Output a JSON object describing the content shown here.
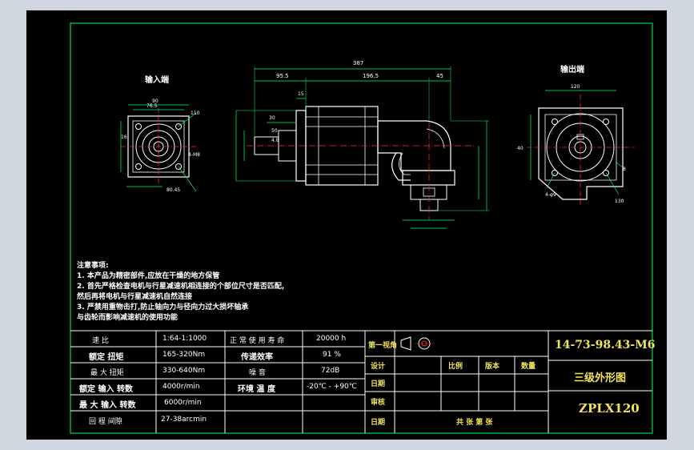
{
  "colors": {
    "background": "#000000",
    "border": "#00ff66",
    "outline": "#ffffff",
    "centerline": "#ff2a2a",
    "dimension": "#00ff66",
    "label": "#f3e35a"
  },
  "views": {
    "input_end_title": "输入端",
    "output_end_title": "输出端"
  },
  "notes": {
    "heading": "注意事项:",
    "lines": [
      "1. 本产品为精密部件,应放在干燥的地方保管",
      "2. 首先严格检查电机与行星减速机相连接的个部位尺寸是否匹配,",
      "然后再将电机与行星减速机自然连接",
      "3. 严禁用重物击打,防止轴向力与径向力过大损坏轴承",
      "与齿轮而影响减速机的使用功能"
    ]
  },
  "spec_table": {
    "rows": [
      {
        "label": "速   比",
        "value": "1:64-1:1000",
        "label2": "正 常 使 用 寿 命",
        "value2": "20000 h"
      },
      {
        "label": "额定 扭矩",
        "value": "165-320Nm",
        "label2": "传递效率",
        "value2": "91 %"
      },
      {
        "label": "最 大 扭矩",
        "value": "330-640Nm",
        "label2": "噪   音",
        "value2": "72dB"
      },
      {
        "label": "额定 输入 转数",
        "value": "4000r/min",
        "label2": "环境 温 度",
        "value2": "-20℃ - +90℃"
      },
      {
        "label": "最 大 输入 转数",
        "value": "6000r/min",
        "label2": "",
        "value2": ""
      },
      {
        "label": "回 程 间隙",
        "value": "27-38arcmin",
        "label2": "",
        "value2": ""
      }
    ]
  },
  "title_block": {
    "projection_label": "第一视角",
    "design_label": "设计",
    "date_label": "日期",
    "review_label": "审核",
    "date2_label": "日期",
    "scale_label": "比例",
    "version_label": "版本",
    "quantity_label": "数量",
    "sheets_label": "共   张   第   张",
    "drawing_number": "14-73-98.43-M6",
    "drawing_title": "三级外形图",
    "model": "ZPLX120"
  },
  "dimensions": {
    "overall_length": "387",
    "d1": "95.5",
    "d2": "196.5",
    "d3": "45",
    "d4": "15",
    "d5": "30",
    "d6": "50",
    "d7": "4.8",
    "input_width": "90",
    "input_bolt": "76.5",
    "input_flange": "110",
    "input_hole": "4-M8",
    "input_shaft": "16",
    "input_bc": "80.45",
    "output_width": "120",
    "output_pcd": "130",
    "output_hole": "4-φ9",
    "output_keyway": "8",
    "output_shaft": "40"
  }
}
